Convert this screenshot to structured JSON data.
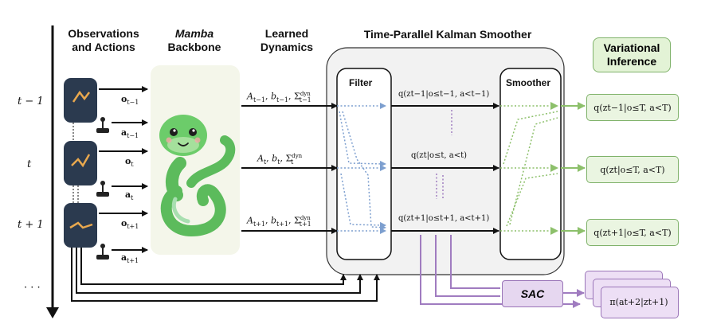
{
  "headers": {
    "obs_line1": "Observations",
    "obs_line2": "and Actions",
    "mamba_line1": "Mamba",
    "mamba_line2": "Backbone",
    "dyn_line1": "Learned",
    "dyn_line2": "Dynamics",
    "smoother_title": "Time-Parallel Kalman Smoother",
    "vi_line1": "Variational",
    "vi_line2": "Inference"
  },
  "time_labels": [
    "t − 1",
    "t",
    "t + 1",
    "· · ·"
  ],
  "obs_labels": [
    "o",
    "o",
    "o"
  ],
  "obs_subs": [
    "t−1",
    "t",
    "t+1"
  ],
  "action_labels": [
    "a",
    "a",
    "a"
  ],
  "action_subs": [
    "t−1",
    "t",
    "t+1"
  ],
  "dynamics": [
    {
      "A": "A",
      "As": "t−1",
      "b": "b",
      "bs": "t−1",
      "S": "Σ",
      "Ssup": "dyn",
      "Ss": "t−1"
    },
    {
      "A": "A",
      "As": "t",
      "b": "b",
      "bs": "t",
      "S": "Σ",
      "Ssup": "dyn",
      "Ss": "t"
    },
    {
      "A": "A",
      "As": "t+1",
      "b": "b",
      "bs": "t+1",
      "S": "Σ",
      "Ssup": "dyn",
      "Ss": "t+1"
    }
  ],
  "filter_label": "Filter",
  "smoother_label": "Smoother",
  "filter_posteriors": [
    "q(zt−1|o≤t−1, a<t−1)",
    "q(zt|o≤t, a<t)",
    "q(zt+1|o≤t+1, a<t+1)"
  ],
  "smoothed_posteriors": [
    "q(zt−1|o≤T, a<T)",
    "q(zt|o≤T, a<T)",
    "q(zt+1|o≤T, a<T)"
  ],
  "sac_label": "SAC",
  "policy_label": "π(at+2|zt+1)",
  "colors": {
    "filter_arrow": "#7d9fcf",
    "smoother_arrow": "#8dc06b",
    "sac_line": "#a07cc0",
    "green_fill": "#e8f4de",
    "purple_fill": "#e9dcf3"
  }
}
